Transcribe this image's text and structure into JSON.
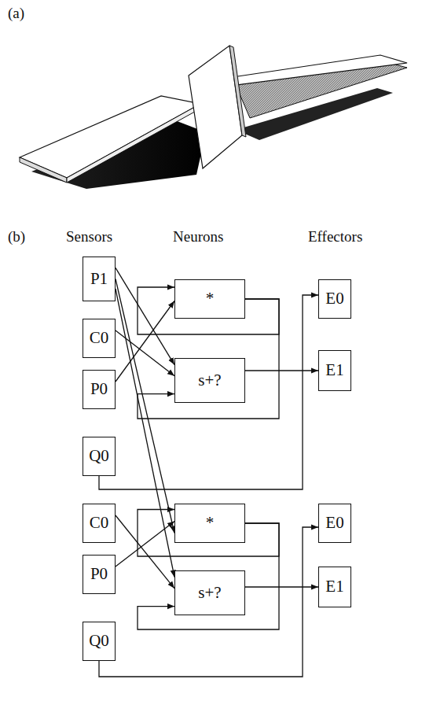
{
  "diagram": {
    "nodes": [
      {
        "text": [
          "P1"
        ]
      },
      {
        "text": [
          "C0"
        ]
      },
      {
        "text": [
          "*"
        ]
      },
      {
        "text": [
          "E0"
        ]
      },
      {
        "text": [
          "P0"
        ]
      },
      {
        "text": [
          "s+?"
        ]
      },
      {
        "text": [
          "E1"
        ]
      },
      {
        "text": [
          "Q0"
        ]
      },
      {
        "text": [
          "C0"
        ]
      },
      {
        "text": [
          "*"
        ]
      },
      {
        "text": [
          "E0"
        ]
      },
      {
        "text": [
          "P0"
        ]
      },
      {
        "text": [
          "s+?"
        ]
      },
      {
        "text": [
          "E1"
        ]
      },
      {
        "text": [
          "Q0"
        ]
      }
    ],
    "edges": [
      {
        "from": 0,
        "to": 5,
        "arrow": "to"
      },
      {
        "from": 0,
        "to": 9,
        "arrow": "to"
      },
      {
        "from": 0,
        "to": 12,
        "arrow": "to"
      },
      {
        "from": 1,
        "to": 5,
        "arrow": "to"
      },
      {
        "from": 4,
        "to": 2,
        "arrow": "to"
      },
      {
        "from": 2,
        "to": 2,
        "arrow": "to"
      },
      {
        "from": 2,
        "to": 5,
        "arrow": "to"
      },
      {
        "from": 5,
        "to": 6,
        "arrow": "to"
      },
      {
        "from": 7,
        "to": 3,
        "arrow": "to"
      },
      {
        "from": 8,
        "to": 12,
        "arrow": "to"
      },
      {
        "from": 11,
        "to": 9,
        "arrow": "to"
      },
      {
        "from": 9,
        "to": 9,
        "arrow": "to"
      },
      {
        "from": 9,
        "to": 12,
        "arrow": "to"
      },
      {
        "from": 12,
        "to": 13,
        "arrow": "to"
      },
      {
        "from": 14,
        "to": 10,
        "arrow": "to"
      }
    ],
    "labels": [
      "(a)",
      "(b)",
      "Sensors",
      "Neurons",
      "Effectors"
    ]
  }
}
